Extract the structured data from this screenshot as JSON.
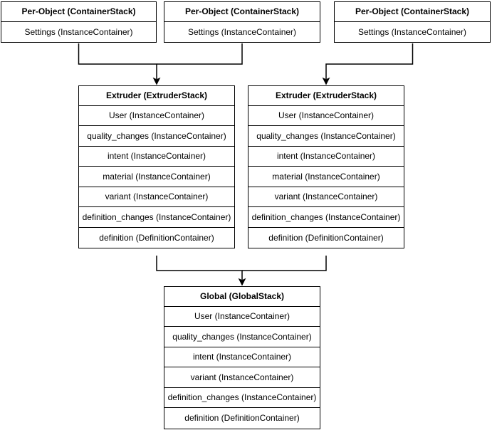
{
  "canvas": {
    "background": "#ffffff",
    "stroke_color": "#000000",
    "text_color": "#000000"
  },
  "boxes": [
    {
      "id": "per-object-1",
      "title": "Per-Object (ContainerStack)",
      "rows": [
        "Settings (InstanceContainer)"
      ]
    },
    {
      "id": "per-object-2",
      "title": "Per-Object (ContainerStack)",
      "rows": [
        "Settings (InstanceContainer)"
      ]
    },
    {
      "id": "per-object-3",
      "title": "Per-Object (ContainerStack)",
      "rows": [
        "Settings (InstanceContainer)"
      ]
    },
    {
      "id": "extruder-1",
      "title": "Extruder (ExtruderStack)",
      "rows": [
        "User (InstanceContainer)",
        "quality_changes (InstanceContainer)",
        "intent (InstanceContainer)",
        "material (InstanceContainer)",
        "variant (InstanceContainer)",
        "definition_changes (InstanceContainer)",
        "definition (DefinitionContainer)"
      ]
    },
    {
      "id": "extruder-2",
      "title": "Extruder (ExtruderStack)",
      "rows": [
        "User (InstanceContainer)",
        "quality_changes (InstanceContainer)",
        "intent (InstanceContainer)",
        "material (InstanceContainer)",
        "variant (InstanceContainer)",
        "definition_changes (InstanceContainer)",
        "definition (DefinitionContainer)"
      ]
    },
    {
      "id": "global",
      "title": "Global (GlobalStack)",
      "rows": [
        "User (InstanceContainer)",
        "quality_changes (InstanceContainer)",
        "intent (InstanceContainer)",
        "variant (InstanceContainer)",
        "definition_changes (InstanceContainer)",
        "definition (DefinitionContainer)"
      ]
    }
  ],
  "edges": [
    {
      "from": "per-object-1",
      "to": "extruder-1"
    },
    {
      "from": "per-object-2",
      "to": "extruder-1"
    },
    {
      "from": "per-object-3",
      "to": "extruder-2"
    },
    {
      "from": "extruder-1",
      "to": "global"
    },
    {
      "from": "extruder-2",
      "to": "global"
    }
  ]
}
